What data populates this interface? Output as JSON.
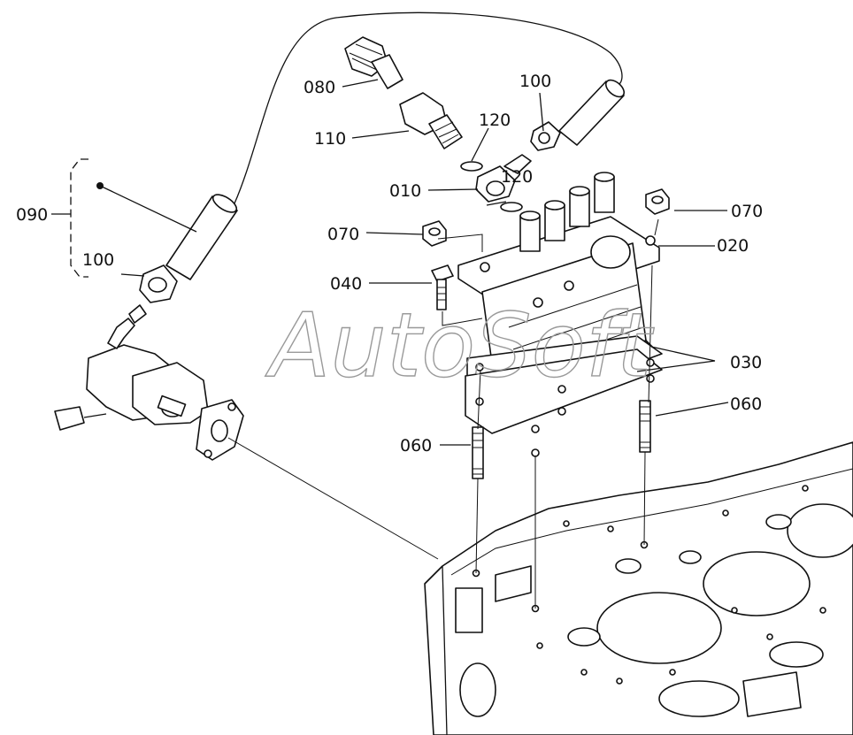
{
  "watermark": "AutoSoft",
  "labels": {
    "p010": "010",
    "p020": "020",
    "p030": "030",
    "p040": "040",
    "p060a": "060",
    "p060b": "060",
    "p070a": "070",
    "p070b": "070",
    "p080": "080",
    "p090": "090",
    "p100a": "100",
    "p100b": "100",
    "p110": "110",
    "p120a": "120",
    "p120b": "120"
  }
}
